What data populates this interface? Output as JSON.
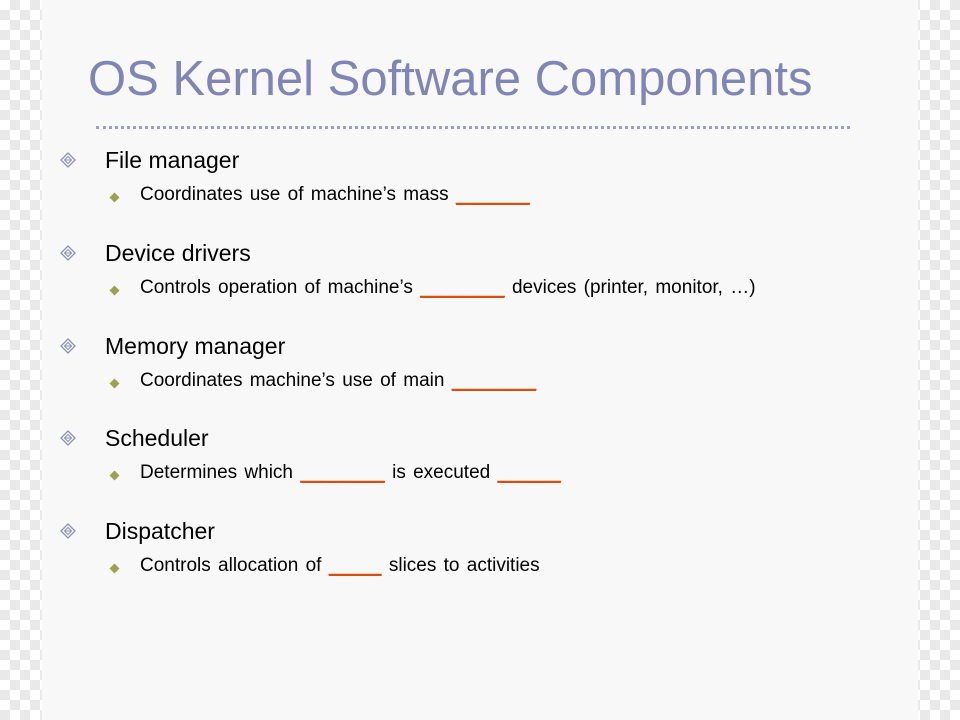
{
  "colors": {
    "title": "#7f85b6",
    "bullet_primary": "#8a8fc0",
    "bullet_secondary": "#9da24e",
    "blank": "#d5500f"
  },
  "slide": {
    "title": "OS Kernel Software Components",
    "items": [
      {
        "label": "File manager",
        "icon": "diamond-outline-icon",
        "sub": {
          "icon": "diamond-bullet-icon",
          "text": "Coordinates use of machine’s mass ",
          "blank": "_______",
          "text_after": ""
        }
      },
      {
        "label": "Device drivers",
        "icon": "diamond-outline-icon",
        "sub": {
          "icon": "diamond-bullet-icon",
          "text": "Controls operation of machine’s ",
          "blank": "________",
          "text_after": " devices (printer, monitor, …)"
        }
      },
      {
        "label": "Memory manager",
        "icon": "diamond-outline-icon",
        "sub": {
          "icon": "diamond-bullet-icon",
          "text": "Coordinates machine’s use of main ",
          "blank": "________",
          "text_after": ""
        }
      },
      {
        "label": "Scheduler",
        "icon": "diamond-outline-icon",
        "sub": {
          "icon": "diamond-bullet-icon",
          "text": "Determines which ",
          "blank": "________",
          "text_after": " is executed ",
          "blank2": "______"
        }
      },
      {
        "label": "Dispatcher",
        "icon": "diamond-outline-icon",
        "sub": {
          "icon": "diamond-bullet-icon",
          "text": "Controls allocation of ",
          "blank": "_____",
          "text_after": " slices to activities"
        }
      }
    ]
  }
}
